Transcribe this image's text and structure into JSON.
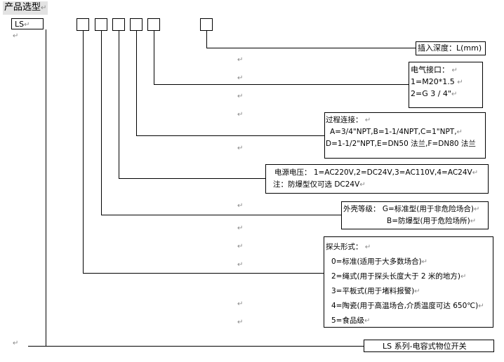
{
  "title": "产品选型",
  "paragraph_mark": "↵",
  "code_prefix": "LS",
  "insertion_depth": "插入深度：L(mm)",
  "electric_interface": {
    "heading": "电气接口：",
    "options": [
      "1=M20*1.5",
      "2=G 3 / 4\""
    ]
  },
  "process_connection": {
    "heading": "过程连接：",
    "lines": [
      "A=3/4\"NPT,B=1-1/4NPT,C=1\"NPT,",
      "D=1-1/2\"NPT,E=DN50 法兰,F=DN80 法兰"
    ]
  },
  "power_supply": {
    "lines": [
      "电源电压： 1=AC220V,2=DC24V,3=AC110V,4=AC24V",
      "注：防爆型仅可选 DC24V"
    ]
  },
  "housing_grade": {
    "lines": [
      "外壳等级： G=标准型(用于非危险场合)",
      "B=防爆型(用于危险场所)"
    ]
  },
  "probe_type": {
    "heading": "探头形式：",
    "options": [
      "0=标准(适用于大多数场合)",
      "2=绳式(用于探头长度大于 2 米的地方)",
      "3=平板式(用于堵料报警)",
      "4=陶瓷(用于高温场合,介质温度可达 650℃)",
      "5=食品级"
    ]
  },
  "series_name": "LS 系列-电容式物位开关"
}
